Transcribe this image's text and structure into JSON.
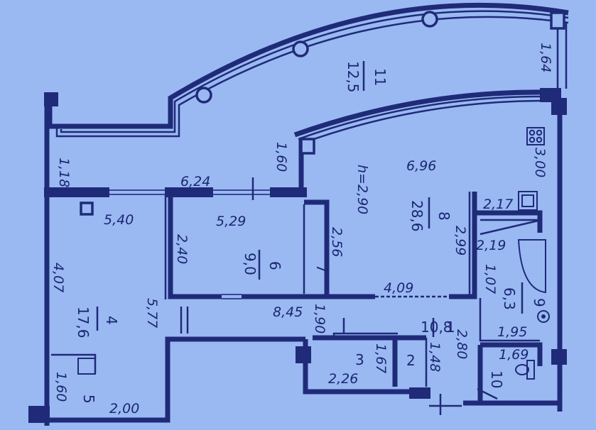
{
  "rooms": [
    {
      "number": "1",
      "area": "10,8"
    },
    {
      "number": "2",
      "area": ""
    },
    {
      "number": "3",
      "area": ""
    },
    {
      "number": "4",
      "area": "17,6"
    },
    {
      "number": "5",
      "area": ""
    },
    {
      "number": "6",
      "area": "9,0"
    },
    {
      "number": "7",
      "area": ""
    },
    {
      "number": "8",
      "area": "28,6"
    },
    {
      "number": "9",
      "area": "6,3"
    },
    {
      "number": "10",
      "area": ""
    },
    {
      "number": "11",
      "area": "12,5"
    }
  ],
  "dimensions": [
    "1,64",
    "3,00",
    "6,96",
    "h=2,90",
    "1,18",
    "1,60",
    "6,24",
    "5,40",
    "5,29",
    "2,40",
    "2,56",
    "4,07",
    "5,77",
    "2,17",
    "2,19",
    "2,99",
    "1,07",
    "4,09",
    "8,45",
    "1,90",
    "2,80",
    "1,95",
    "1,69",
    "1,67",
    "1,48",
    "2,26",
    "1,60",
    "2,00"
  ]
}
